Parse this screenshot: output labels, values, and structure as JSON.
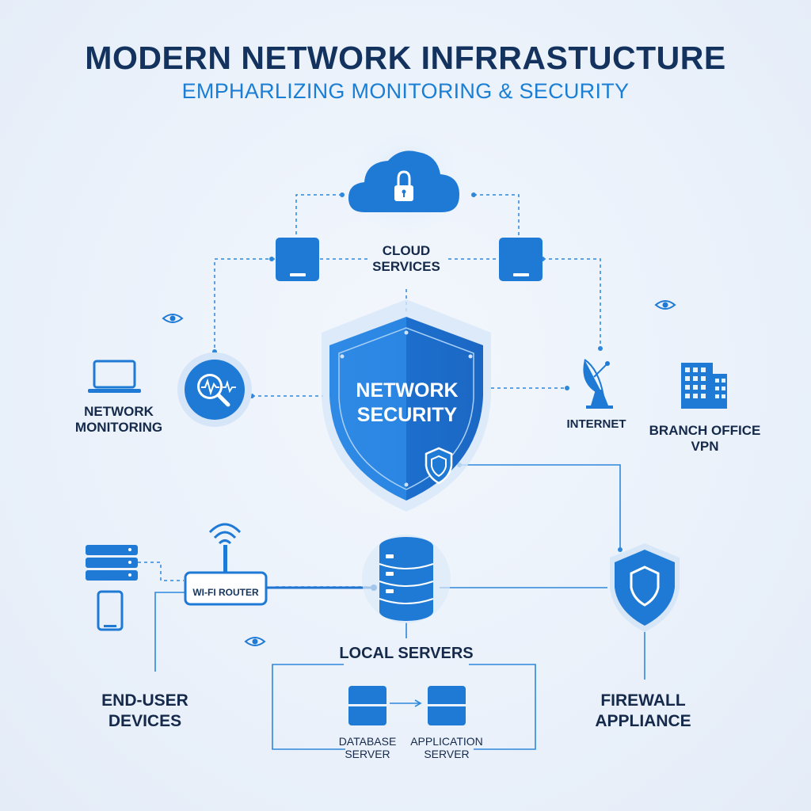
{
  "header": {
    "title": "MODERN NETWORK INFRRASTUCTURE",
    "subtitle": "EMPHARLIZING MONITORING & SECURITY"
  },
  "nodes": {
    "cloud_services": {
      "line1": "CLOUD",
      "line2": "SERVICES"
    },
    "network_security": {
      "line1": "NETWORK",
      "line2": "SECURITY"
    },
    "network_monitoring": {
      "line1": "NETWORK",
      "line2": "MONITORING"
    },
    "internet": {
      "label": "INTERNET"
    },
    "branch_office": {
      "line1": "BRANCH OFFICE",
      "line2": "VPN"
    },
    "wifi_router": {
      "label": "WI-FI ROUTER"
    },
    "local_servers": {
      "label": "LOCAL SERVERS"
    },
    "end_user_devices": {
      "line1": "END-USER",
      "line2": "DEVICES"
    },
    "firewall": {
      "line1": "FIREWALL",
      "line2": "APPLIANCE"
    },
    "database_server": {
      "line1": "DATABASE",
      "line2": "SERVER"
    },
    "application_server": {
      "line1": "APPLICATION",
      "line2": "SERVER"
    }
  },
  "colors": {
    "primary": "#1f7ad6",
    "dark_text": "#15294a",
    "title": "#13325e",
    "accent": "#1a7fd4",
    "background": "#eaf1fa"
  },
  "icons": [
    "cloud-lock-icon",
    "shield-icon",
    "monitor-search-icon",
    "laptop-icon",
    "satellite-dish-icon",
    "building-icon",
    "wifi-router-icon",
    "database-icon",
    "server-rack-icon",
    "smartphone-icon",
    "firewall-shield-icon",
    "eye-icon"
  ]
}
